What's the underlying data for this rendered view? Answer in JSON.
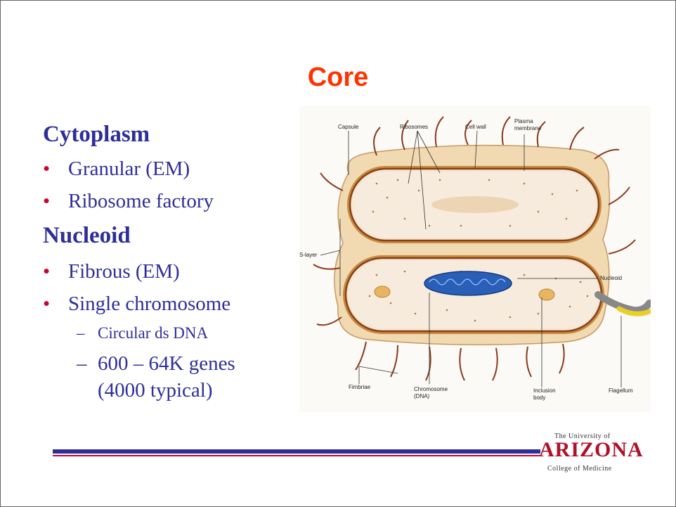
{
  "slide": {
    "title": "Core",
    "sections": [
      {
        "heading": "Cytoplasm",
        "bullets": [
          "Granular (EM)",
          "Ribosome factory"
        ]
      },
      {
        "heading": "Nucleoid",
        "bullets": [
          "Fibrous (EM)",
          "Single chromosome"
        ]
      }
    ],
    "subbullets": [
      "Circular ds DNA",
      "600 – 64K genes",
      "(4000 typical)"
    ],
    "bullet_glyph": "•",
    "dash_glyph": "–"
  },
  "diagram": {
    "labels": {
      "capsule": "Capsule",
      "ribosomes": "Ribosomes",
      "cell_wall": "Cell wall",
      "plasma1": "Plasma",
      "plasma2": "membrane",
      "s_layer": "S-layer",
      "nucleoid": "Nucleoid",
      "fimbriae": "Fimbriae",
      "chromosome1": "Chromosome",
      "chromosome2": "(DNA)",
      "inclusion1": "Inclusion",
      "inclusion2": "body",
      "flagellum": "Flagellum"
    }
  },
  "logo": {
    "top": "The University of",
    "main": "ARIZONA",
    "sub": "College of Medicine"
  },
  "colors": {
    "title": "#ff3300",
    "text": "#2e2e99",
    "bullet": "#cc0033",
    "logo": "#b0102a"
  }
}
